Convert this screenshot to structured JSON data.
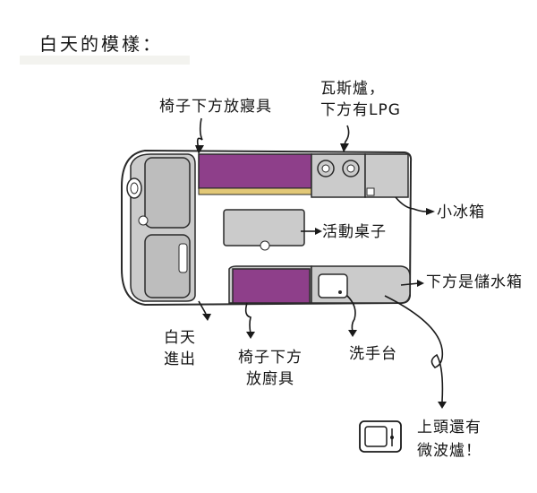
{
  "title": "白天的模樣：",
  "labels": {
    "seat_storage_top": "椅子下方放寢具",
    "stove_line1": "瓦斯爐，",
    "stove_line2": "下方有LPG",
    "fridge": "小冰箱",
    "table": "活動桌子",
    "water_storage": "下方是儲水箱",
    "door_line1": "白天",
    "door_line2": "進出",
    "seat_storage_bottom_line1": "椅子下方",
    "seat_storage_bottom_line2": "放廚具",
    "sink": "洗手台",
    "microwave_line1": "上頭還有",
    "microwave_line2": "微波爐！"
  },
  "colors": {
    "seat_purple": "#8e3f8a",
    "counter_gray": "#cbcbcb",
    "yellow_strip": "#e2c877",
    "outline": "#2a2a2a"
  }
}
